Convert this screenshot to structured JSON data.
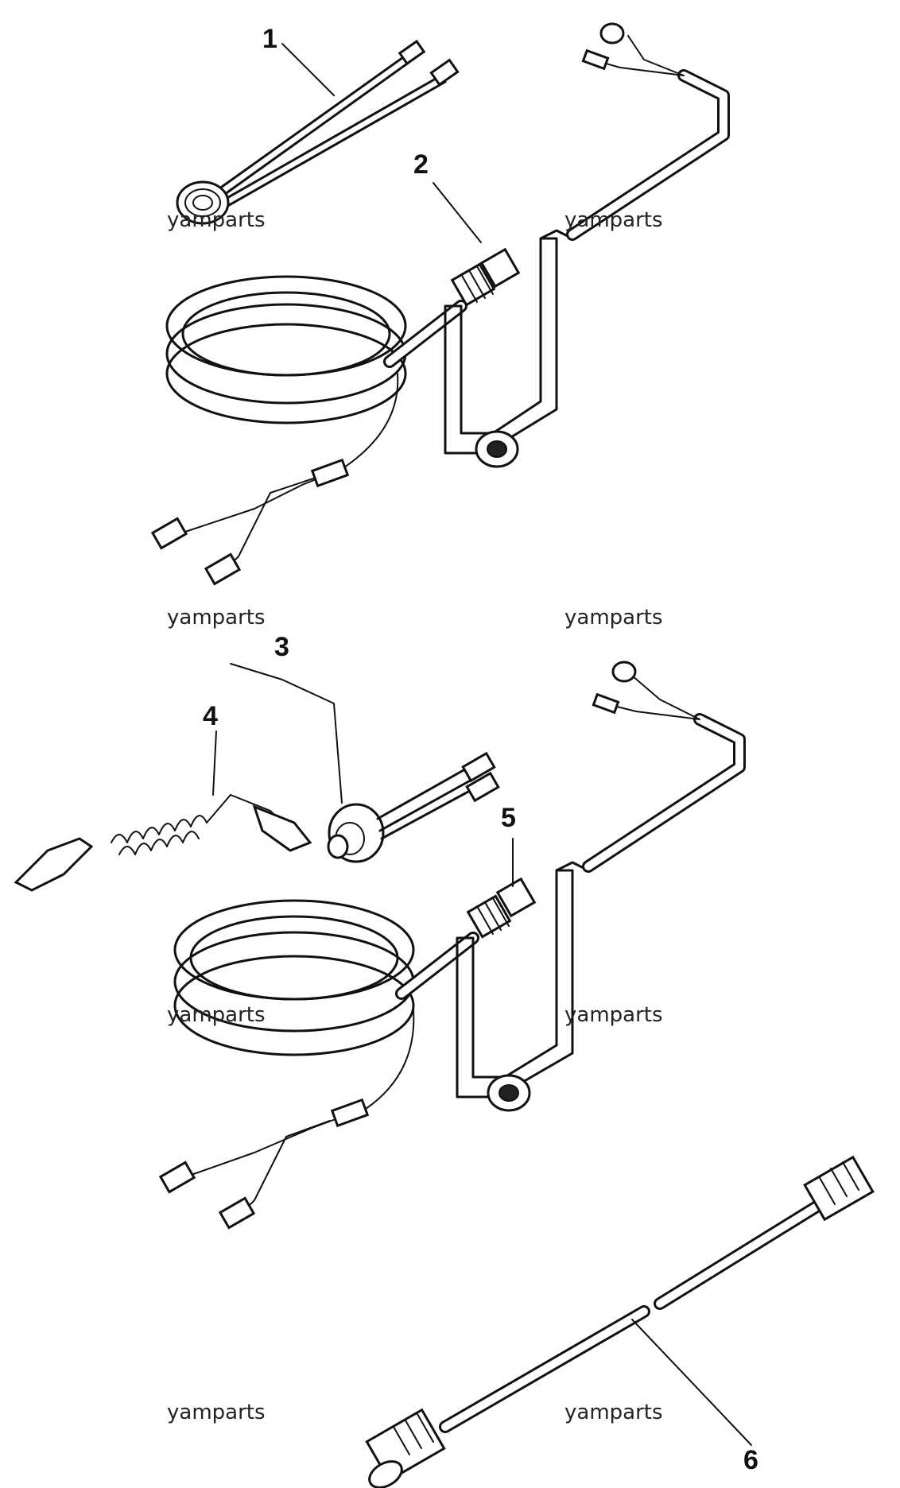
{
  "callouts": {
    "c1": "1",
    "c2": "2",
    "c3": "3",
    "c4": "4",
    "c5": "5",
    "c6": "6"
  },
  "watermark": "yamparts"
}
